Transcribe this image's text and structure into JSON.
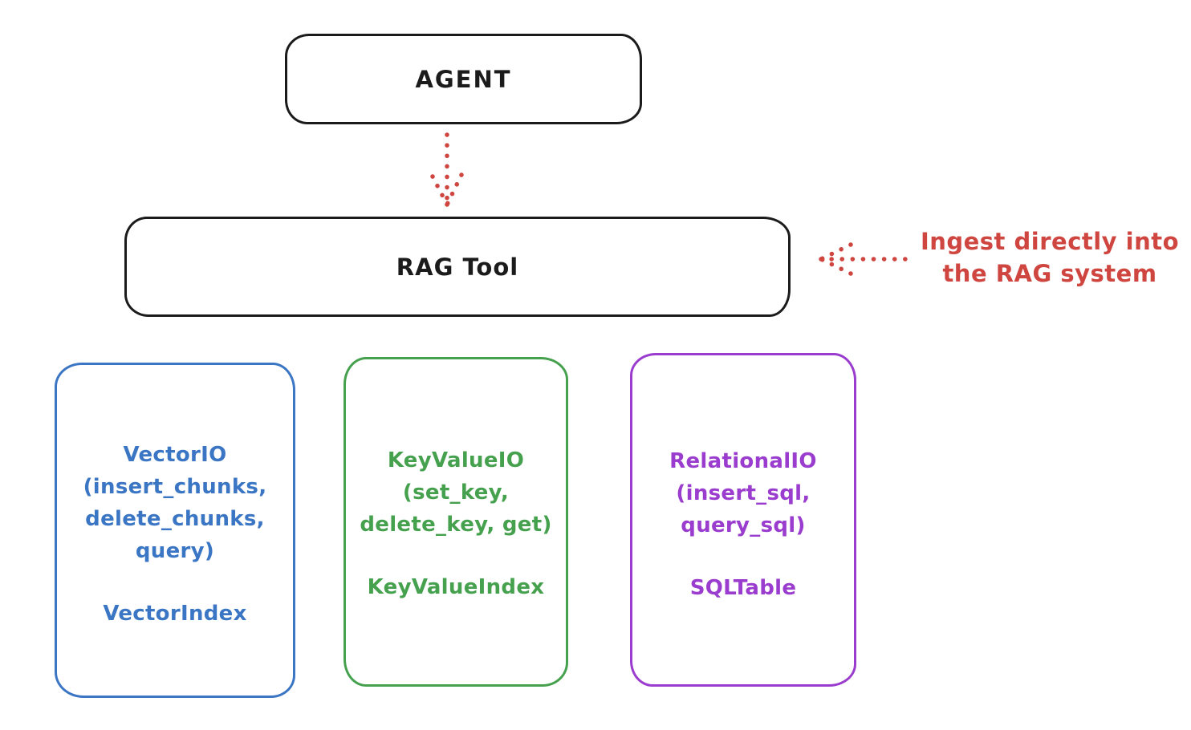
{
  "colors": {
    "ink": "#1b1b1b",
    "red": "#cf4640",
    "blue": "#3b76c5",
    "green": "#46a14e",
    "purple": "#9a3cce",
    "background": "#ffffff"
  },
  "nodes": {
    "agent": {
      "label": "AGENT"
    },
    "rag_tool": {
      "label": "RAG Tool"
    }
  },
  "annotation": {
    "line1": "Ingest directly into",
    "line2": "the RAG system"
  },
  "arrows": [
    {
      "name": "agent-to-rag-tool",
      "style": "dotted",
      "color": "#cf4640",
      "direction": "down"
    },
    {
      "name": "ingest-into-rag",
      "style": "dotted",
      "color": "#cf4640",
      "direction": "left"
    }
  ],
  "backends": [
    {
      "id": "vector-io",
      "color": "#3b76c5",
      "lines": [
        "VectorIO",
        "(insert_chunks,",
        "delete_chunks,",
        "query)"
      ],
      "index_label": "VectorIndex"
    },
    {
      "id": "keyvalue-io",
      "color": "#46a14e",
      "lines": [
        "KeyValueIO",
        "(set_key,",
        "delete_key, get)"
      ],
      "index_label": "KeyValueIndex"
    },
    {
      "id": "relational-io",
      "color": "#9a3cce",
      "lines": [
        "RelationalIO",
        "(insert_sql,",
        "query_sql)"
      ],
      "index_label": "SQLTable"
    }
  ]
}
